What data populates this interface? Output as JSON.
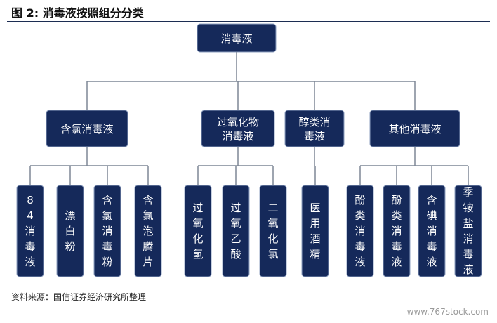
{
  "title": "图 2:  消毒液按照组分分类",
  "root": {
    "label": "消毒液"
  },
  "categories": [
    {
      "label": [
        "含氯消毒液"
      ],
      "items": [
        "84消毒液",
        "漂白粉",
        "含氯消毒粉",
        "含氯泡腾片"
      ]
    },
    {
      "label": [
        "过氧化物",
        "消毒液"
      ],
      "items": [
        "过氧化氢",
        "过氧乙酸",
        "二氧化氯"
      ]
    },
    {
      "label": [
        "醇类消",
        "毒液"
      ],
      "items": [
        "医用酒精"
      ]
    },
    {
      "label": [
        "其他消毒液"
      ],
      "items": [
        "酚类消毒液",
        "酚类消毒液",
        "含碘消毒液",
        "季铵盐消毒液"
      ]
    }
  ],
  "source": "资料来源：国信证券经济研究所整理",
  "watermark": "www.767stock.com",
  "colors": {
    "box_fill": "#15295a",
    "box_border": "#8fa1c2",
    "connector": "#7d8796",
    "text": "#ffffff",
    "rule": "#1c2d52"
  }
}
